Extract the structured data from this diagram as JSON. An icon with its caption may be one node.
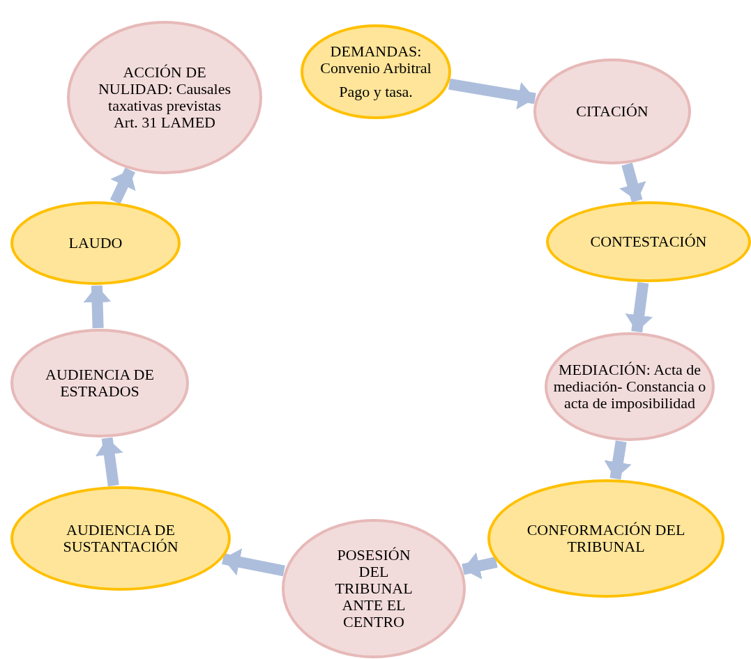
{
  "diagram": {
    "nodes": [
      {
        "text": [
          "DEMANDAS: Convenio Arbitral",
          "Pago y tasa."
        ]
      },
      {
        "text": [
          "CITACIÓN"
        ]
      },
      {
        "text": [
          "CONTESTACIÓN"
        ]
      },
      {
        "text": [
          "MEDIACIÓN: Acta de mediación- Constancia o acta de imposibilidad"
        ]
      },
      {
        "text": [
          "CONFORMACIÓN DEL TRIBUNAL"
        ]
      },
      {
        "text": [
          "POSESIÓN DEL TRIBUNAL ANTE EL CENTRO"
        ]
      },
      {
        "text": [
          "AUDIENCIA DE SUSTANTACIÓN"
        ]
      },
      {
        "text": [
          "AUDIENCIA DE ESTRADOS"
        ]
      },
      {
        "text": [
          "LAUDO"
        ]
      },
      {
        "text": [
          "ACCIÓN DE NULIDAD: Causales taxativas previstas Art. 31 LAMED"
        ]
      }
    ],
    "edges": [
      {
        "from": 0,
        "to": 1,
        "arrow": "to"
      },
      {
        "from": 1,
        "to": 2,
        "arrow": "to"
      },
      {
        "from": 2,
        "to": 3,
        "arrow": "to"
      },
      {
        "from": 3,
        "to": 4,
        "arrow": "to"
      },
      {
        "from": 4,
        "to": 5,
        "arrow": "to"
      },
      {
        "from": 5,
        "to": 6,
        "arrow": "to"
      },
      {
        "from": 6,
        "to": 7,
        "arrow": "to"
      },
      {
        "from": 7,
        "to": 8,
        "arrow": "to"
      },
      {
        "from": 8,
        "to": 9,
        "arrow": "to"
      }
    ]
  }
}
